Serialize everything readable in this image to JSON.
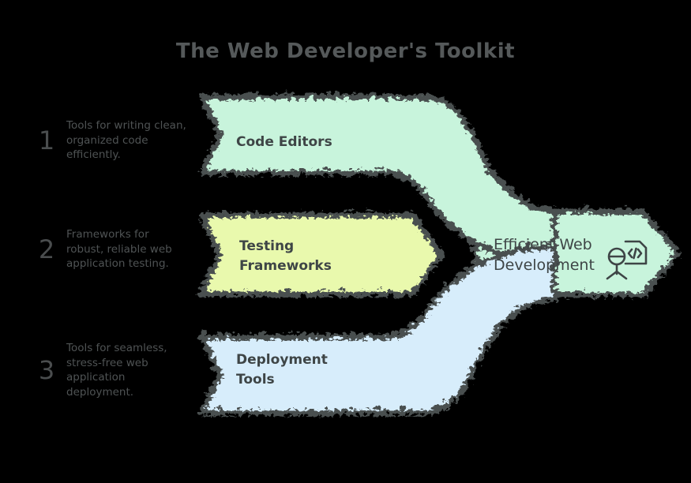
{
  "title": "The Web Developer's Toolkit",
  "theme": {
    "background": "#000000",
    "stroke": "#4a4f50",
    "title_color": "#55595a",
    "note_color": "#4f5354",
    "label_color": "#3e4546",
    "mint": "#c8f4dc",
    "yellow": "#e9f9ad",
    "blue": "#d7edfb"
  },
  "notes": [
    {
      "number": "1",
      "text": "Tools for writing clean, organized code efficiently."
    },
    {
      "number": "2",
      "text": "Frameworks for robust, reliable web application testing."
    },
    {
      "number": "3",
      "text": "Tools for seamless, stress-free web application deployment."
    }
  ],
  "flows": [
    {
      "label": "Code Editors",
      "color": "#c8f4dc"
    },
    {
      "label": "Testing\nFrameworks",
      "color": "#e9f9ad"
    },
    {
      "label": "Deployment\nTools",
      "color": "#d7edfb"
    }
  ],
  "result": {
    "label": "Efficient Web\nDevelopment",
    "color": "#c8f4dc",
    "icon": "developer-code-icon"
  }
}
